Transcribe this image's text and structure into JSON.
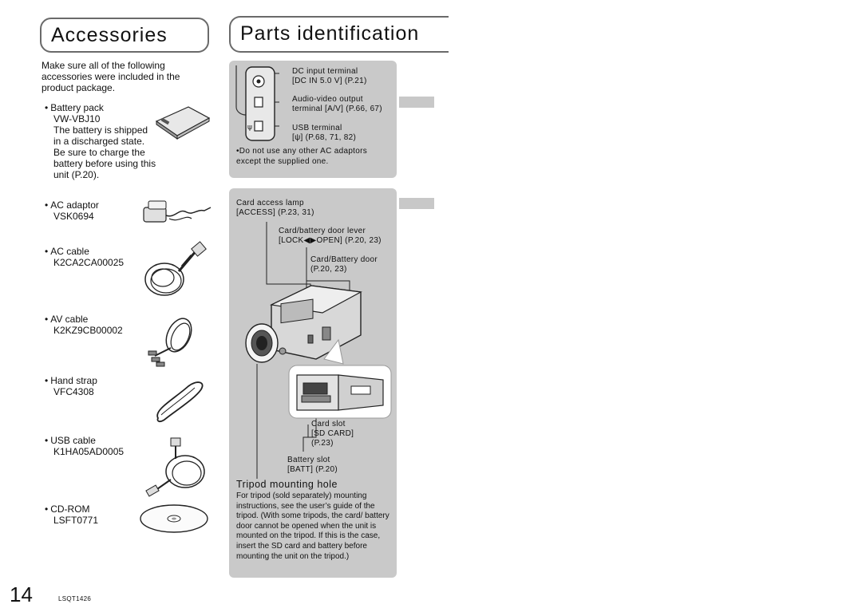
{
  "accessories": {
    "title": "Accessories",
    "intro": "Make sure all of the following accessories were included in the product package.",
    "items": [
      {
        "name": "Battery pack",
        "code": "VW-VBJ10",
        "note": "The battery is shipped in a discharged state. Be sure to charge the battery before using this unit (P.20)."
      },
      {
        "name": "AC adaptor",
        "code": "VSK0694"
      },
      {
        "name": "AC cable",
        "code": "K2CA2CA00025"
      },
      {
        "name": "AV cable",
        "code": "K2KZ9CB00002"
      },
      {
        "name": "Hand strap",
        "code": "VFC4308"
      },
      {
        "name": "USB cable",
        "code": "K1HA05AD0005"
      },
      {
        "name": "CD-ROM",
        "code": "LSFT0771"
      }
    ]
  },
  "parts": {
    "title": "Parts identification",
    "top_panel": {
      "dc_input": "DC input terminal",
      "dc_input_ref": "[DC IN 5.0 V] (P.21)",
      "av_output": "Audio-video output",
      "av_output_ref": "terminal [A/V] (P.66, 67)",
      "usb": "USB terminal",
      "usb_ref": "[ψ] (P.68, 71, 82)",
      "note_line1": "•Do not use any other AC adaptors",
      "note_line2": "except the supplied one."
    },
    "bottom_panel": {
      "card_access": "Card access lamp",
      "card_access_ref": "[ACCESS] (P.23, 31)",
      "door_lever": "Card/battery door lever",
      "door_lever_ref": "[LOCK◀▶OPEN] (P.20, 23)",
      "door": "Card/Battery door",
      "door_ref": "(P.20, 23)",
      "card_slot": "Card slot",
      "card_slot_ref": "[SD CARD]",
      "card_slot_page": "(P.23)",
      "battery_slot": "Battery slot",
      "battery_slot_ref": "[BATT] (P.20)",
      "tripod_title": "Tripod mounting hole",
      "tripod_text": "For tripod (sold separately) mounting instructions, see the user’s guide of the tripod. (With some tripods, the card/ battery door cannot be opened when the unit is mounted on the tripod. If this is the case, insert the SD card and battery before mounting the unit on the tripod.)"
    }
  },
  "footer": {
    "page_number": "14",
    "doc_code": "LSQT1426"
  }
}
